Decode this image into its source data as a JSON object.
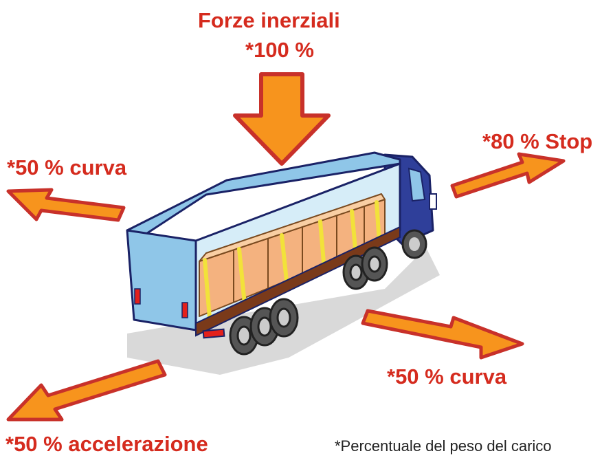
{
  "labels": {
    "inertial_title": "Forze inerziali",
    "top_percent": "*100 %",
    "stop": "*80 % Stop",
    "curve_left": "*50 % curva",
    "curve_right": "*50 % curva",
    "acceleration": "*50 % accelerazione"
  },
  "footnote": "*Percentuale del peso del carico",
  "colors": {
    "label_red": "#d52b1e",
    "arrow_fill": "#f7941d",
    "arrow_outline": "#c8312a",
    "trailer_blue": "#8fc6e8",
    "cab_blue": "#2f3f9a",
    "cargo_box": "#f4b27f",
    "strap_yellow": "#f2e23a"
  }
}
